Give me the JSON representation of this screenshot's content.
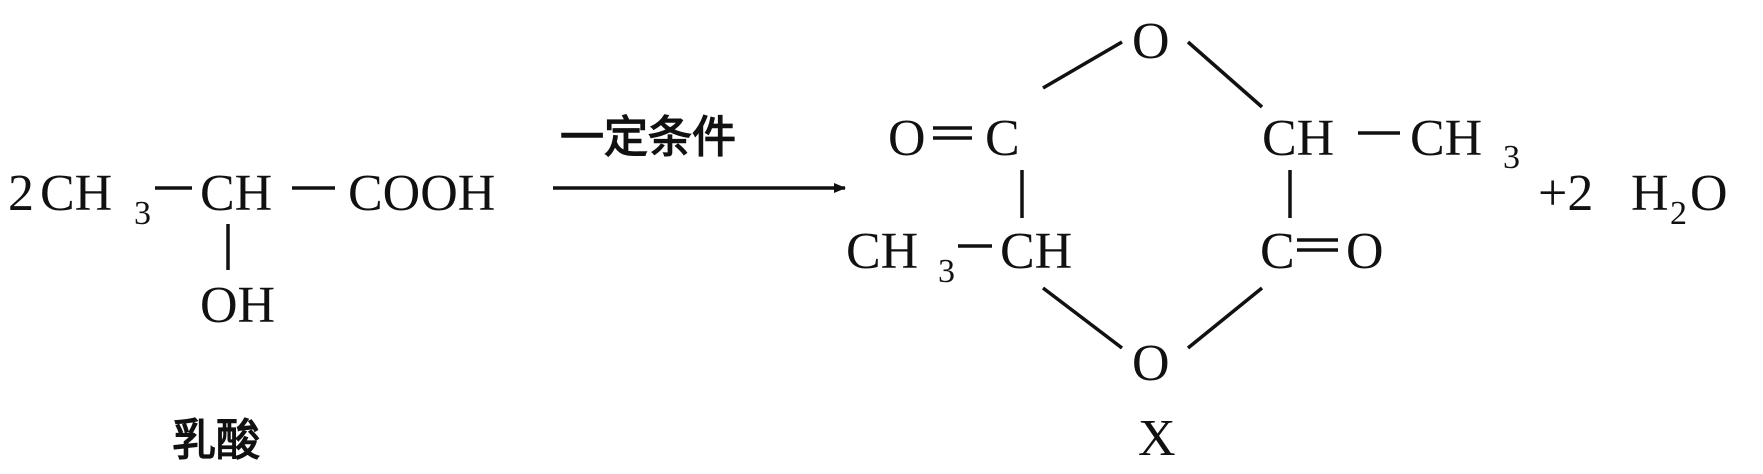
{
  "reactant": {
    "coefficient": "2",
    "ch3": "CH",
    "ch3_sub": "3",
    "ch": "CH",
    "cooh": "COOH",
    "oh": "OH",
    "name": "乳酸"
  },
  "arrow": {
    "condition": "一定条件"
  },
  "product": {
    "ring_o_top": "O",
    "ring_o_bottom": "O",
    "carbonyl_o_left": "O",
    "c_left": "C",
    "ch_right_top": "CH",
    "methyl_right": "CH",
    "methyl_right_sub": "3",
    "methyl_left": "CH",
    "methyl_left_sub": "3",
    "ch_left_bottom": "CH",
    "c_right": "C",
    "carbonyl_o_right": "O",
    "label": "X"
  },
  "byproduct": {
    "plus": "+2",
    "h": "H",
    "h_sub": "2",
    "o": "O"
  }
}
